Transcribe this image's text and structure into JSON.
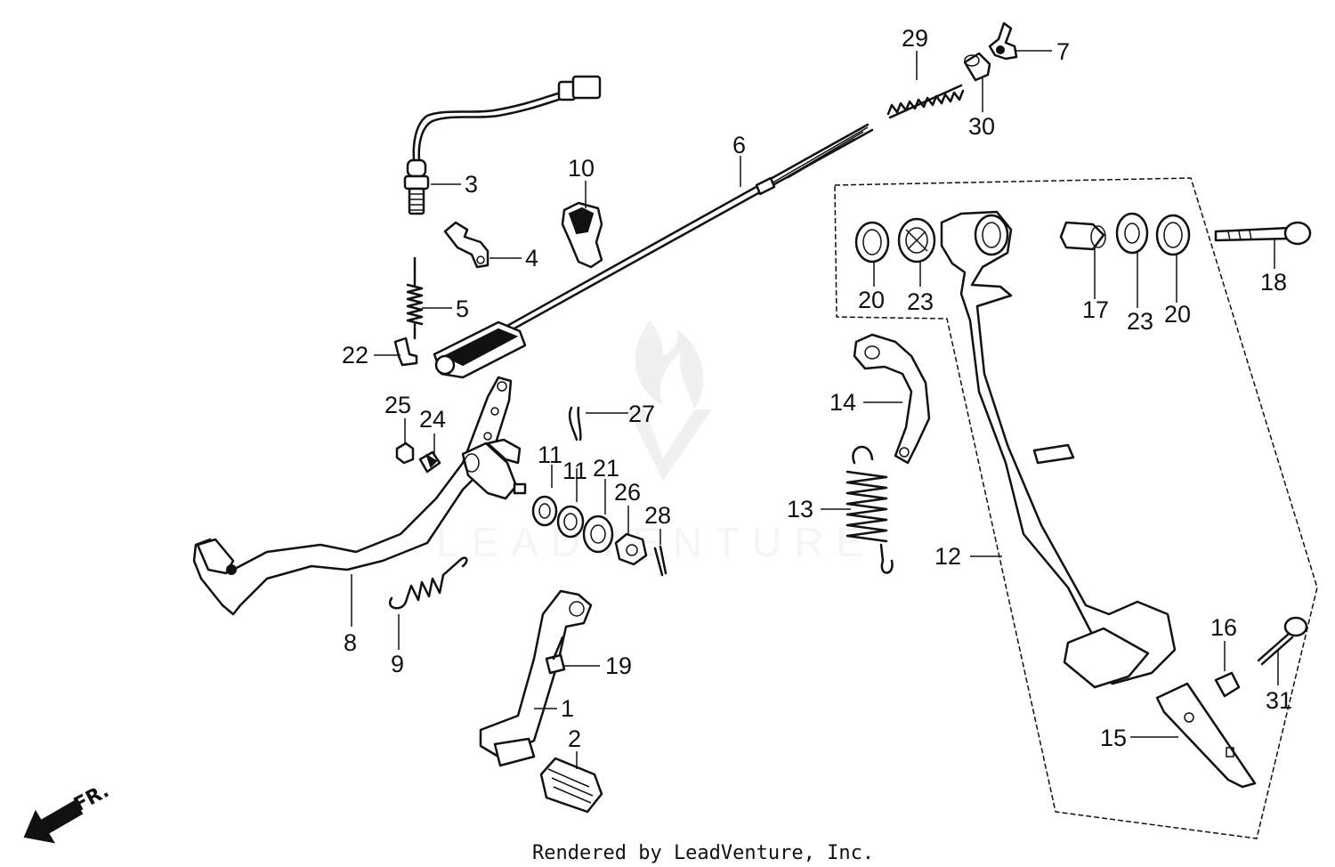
{
  "diagram": {
    "labels": [
      {
        "id": "1",
        "text": "1"
      },
      {
        "id": "2",
        "text": "2"
      },
      {
        "id": "3",
        "text": "3"
      },
      {
        "id": "4",
        "text": "4"
      },
      {
        "id": "5",
        "text": "5"
      },
      {
        "id": "6",
        "text": "6"
      },
      {
        "id": "7",
        "text": "7"
      },
      {
        "id": "8",
        "text": "8"
      },
      {
        "id": "9",
        "text": "9"
      },
      {
        "id": "10",
        "text": "10"
      },
      {
        "id": "11a",
        "text": "11"
      },
      {
        "id": "11b",
        "text": "11"
      },
      {
        "id": "12",
        "text": "12"
      },
      {
        "id": "13",
        "text": "13"
      },
      {
        "id": "14",
        "text": "14"
      },
      {
        "id": "15",
        "text": "15"
      },
      {
        "id": "16",
        "text": "16"
      },
      {
        "id": "17",
        "text": "17"
      },
      {
        "id": "18",
        "text": "18"
      },
      {
        "id": "19",
        "text": "19"
      },
      {
        "id": "20a",
        "text": "20"
      },
      {
        "id": "20b",
        "text": "20"
      },
      {
        "id": "21",
        "text": "21"
      },
      {
        "id": "22",
        "text": "22"
      },
      {
        "id": "23a",
        "text": "23"
      },
      {
        "id": "23b",
        "text": "23"
      },
      {
        "id": "24",
        "text": "24"
      },
      {
        "id": "25",
        "text": "25"
      },
      {
        "id": "26",
        "text": "26"
      },
      {
        "id": "27",
        "text": "27"
      },
      {
        "id": "28",
        "text": "28"
      },
      {
        "id": "29",
        "text": "29"
      },
      {
        "id": "30",
        "text": "30"
      },
      {
        "id": "31",
        "text": "31"
      }
    ],
    "direction_label": "FR.",
    "footer": "Rendered by LeadVenture, Inc.",
    "watermark": "LEADVENTURE"
  },
  "colors": {
    "line": "#111111",
    "background": "#ffffff",
    "watermark": "#d9d9d9"
  }
}
